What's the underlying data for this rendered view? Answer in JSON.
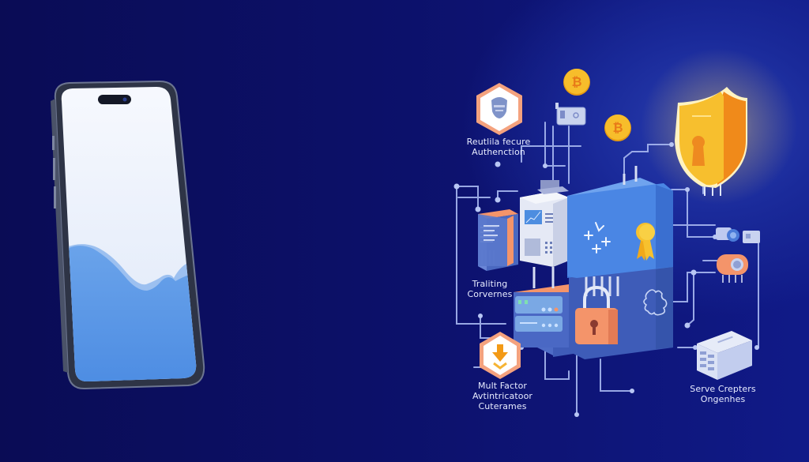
{
  "scene": {
    "title": "Mobile security and authentication infrastructure illustration",
    "background_color": "#0c1068",
    "accent_colors": {
      "shield": "#f5b726",
      "shield_side": "#f08a1a",
      "cube": "#3f7fe0",
      "server_top": "#f2946a",
      "line": "#a8b8f0",
      "coin": "#f5b726"
    }
  },
  "phone": {
    "screen_top_color": "#f4f7fd",
    "wave_color": "#5a97e6",
    "frame_color": "#3b4358"
  },
  "labels": {
    "reusable_auth_line1": "Reutlila fecure",
    "reusable_auth_line2": "Authenction",
    "traffic_line1": "Traliting",
    "traffic_line2": "Corvernes",
    "mfa_line1": "Mult Factor",
    "mfa_line2": "Avtintricatoor",
    "mfa_line3": "Cuterames",
    "server_line1": "Serve Crepters",
    "server_line2": "Ongenhes"
  },
  "icons": {
    "coin_symbol": "₿",
    "face_badge": "face-id-icon",
    "download_badge": "arrow-down-icon",
    "shield": "shield-keyhole-icon",
    "lock": "padlock-icon",
    "ribbon": "award-ribbon-icon"
  }
}
